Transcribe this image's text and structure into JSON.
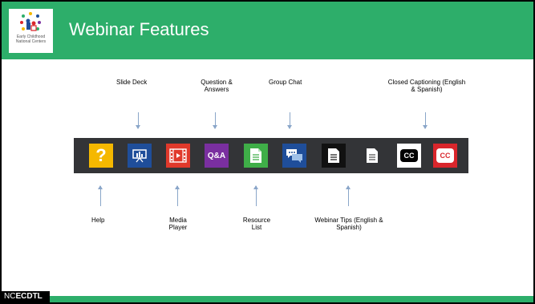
{
  "brand": {
    "logo_text": "Early Childhood National Centers",
    "footer_prefix": "NC",
    "footer_strong": "ECDTL"
  },
  "header": {
    "title": "Webinar Features"
  },
  "labels_top": {
    "slide_deck": "Slide Deck",
    "qa": "Question & Answers",
    "group_chat": "Group Chat",
    "captioning": "Closed Captioning (English & Spanish)"
  },
  "labels_bottom": {
    "help": "Help",
    "media_player": "Media Player",
    "resource_list": "Resource List",
    "webinar_tips": "Webinar Tips (English & Spanish)"
  },
  "toolbar": {
    "help_glyph": "?",
    "qa_glyph": "Q&A",
    "cc_glyph": "CC"
  },
  "colors": {
    "header": "#2dae6a",
    "toolbar": "#333437",
    "help": "#f5b800",
    "slides": "#1f4e9a",
    "media": "#e0392b",
    "qa": "#7a2fa0",
    "resource": "#3fae48",
    "chat": "#1f4e9a",
    "captions_red": "#d9262c"
  }
}
